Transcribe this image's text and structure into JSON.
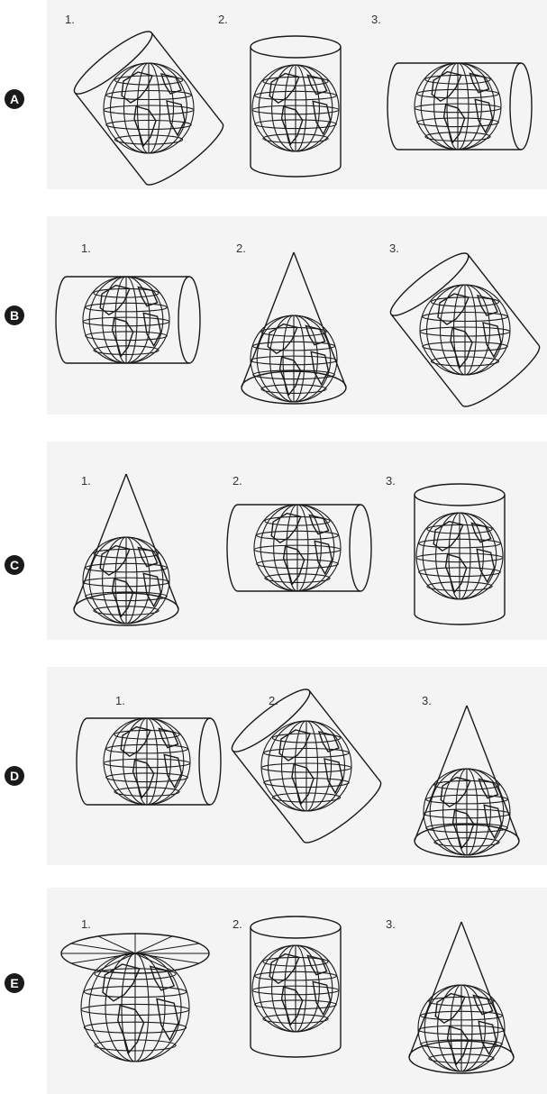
{
  "rows": [
    {
      "letter": "A",
      "options": [
        {
          "num": "1.",
          "shape": "tilted-cylinder"
        },
        {
          "num": "2.",
          "shape": "vertical-cylinder"
        },
        {
          "num": "3.",
          "shape": "horizontal-cylinder"
        }
      ]
    },
    {
      "letter": "B",
      "options": [
        {
          "num": "1.",
          "shape": "horizontal-cylinder"
        },
        {
          "num": "2.",
          "shape": "cone"
        },
        {
          "num": "3.",
          "shape": "tilted-cylinder"
        }
      ]
    },
    {
      "letter": "C",
      "options": [
        {
          "num": "1.",
          "shape": "cone"
        },
        {
          "num": "2.",
          "shape": "horizontal-cylinder"
        },
        {
          "num": "3.",
          "shape": "vertical-cylinder"
        }
      ]
    },
    {
      "letter": "D",
      "options": [
        {
          "num": "1.",
          "shape": "horizontal-cylinder"
        },
        {
          "num": "2.",
          "shape": "tilted-cylinder"
        },
        {
          "num": "3.",
          "shape": "cone"
        }
      ]
    },
    {
      "letter": "E",
      "options": [
        {
          "num": "1.",
          "shape": "plane"
        },
        {
          "num": "2.",
          "shape": "vertical-cylinder"
        },
        {
          "num": "3.",
          "shape": "cone"
        }
      ]
    }
  ],
  "colors": {
    "ink": "#1a1a1a",
    "band": "#f4f4f4",
    "letter_badge": "#1a1a1a"
  }
}
